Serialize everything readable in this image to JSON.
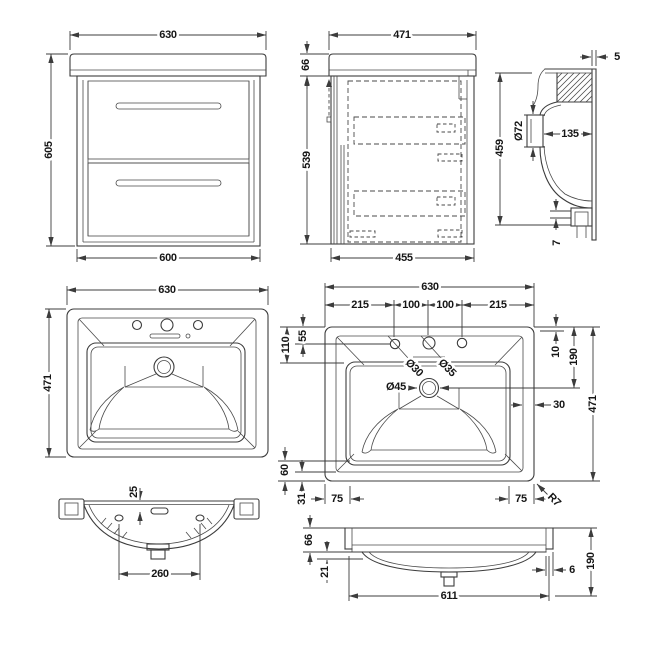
{
  "colors": {
    "line": "#3c3c3c",
    "text": "#161616",
    "background": "#ffffff"
  },
  "views": {
    "vanity_front": {
      "overall_width": "630",
      "overall_height": "605",
      "cabinet_width": "600"
    },
    "vanity_side": {
      "overall_depth": "471",
      "worktop_height": "66",
      "cabinet_height": "539",
      "cabinet_depth": "455"
    },
    "basin_section": {
      "back_lip": "5",
      "height": "459",
      "overflow_dia": "Ø72",
      "bowl_depth": "135",
      "outlet_gap": "7"
    },
    "basin_plan": {
      "width": "630",
      "depth": "471"
    },
    "basin_plan_dims": {
      "width": "630",
      "tap_left": "215",
      "tap_mid_left": "100",
      "tap_mid_right": "100",
      "tap_right": "215",
      "bowl_setback": "110",
      "tap_setback": "55",
      "back_gap": "10",
      "waste_setback": "190",
      "depth": "471",
      "rim_side": "30",
      "tap_hole_outer": "Ø30",
      "tap_hole_centre": "Ø35",
      "waste_dia": "Ø45",
      "front_gap": "60",
      "rim_front": "31",
      "corner_left": "75",
      "corner_right": "75",
      "corner_radius": "R7"
    },
    "basin_underside": {
      "overflow_setback": "25",
      "fixing_centres": "260"
    },
    "basin_front": {
      "rim_height": "66",
      "bowl_drop": "21",
      "base_width": "611",
      "lip": "6",
      "overall_height": "190"
    }
  }
}
